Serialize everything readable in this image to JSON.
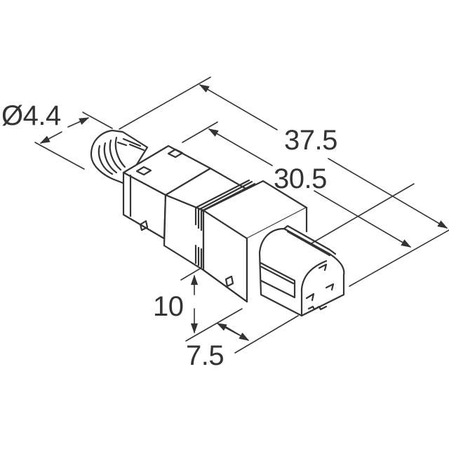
{
  "drawing": {
    "subject": "cable connector plug, isometric view",
    "line_color": "#333333",
    "background": "#ffffff"
  },
  "dimensions": {
    "cable_diameter": {
      "label": "Ø4.4",
      "value": 4.4,
      "kind": "diameter"
    },
    "overall_length": {
      "label": "37.5",
      "value": 37.5,
      "kind": "length"
    },
    "body_length": {
      "label": "30.5",
      "value": 30.5,
      "kind": "length"
    },
    "height": {
      "label": "10",
      "value": 10,
      "kind": "height"
    },
    "width": {
      "label": "7.5",
      "value": 7.5,
      "kind": "width"
    }
  }
}
